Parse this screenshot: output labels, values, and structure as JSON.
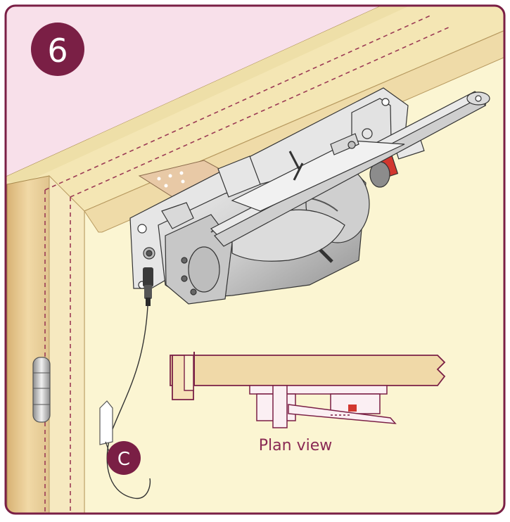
{
  "step": {
    "number": "6"
  },
  "callout": {
    "letter": "C"
  },
  "plan_view": {
    "label": "Plan view"
  },
  "colors": {
    "frame_border": "#7a1f45",
    "badge": "#7a1f45",
    "wall": "#f8e0ea",
    "door_face": "#fbf5d2",
    "door_edge": "#efdba8",
    "jamb": "#e6c68d",
    "metal": "#d4d4d4",
    "metal_dark": "#9a9a9a",
    "accent_red": "#d2372f",
    "dashed": "#9b3a55",
    "plan_text": "#8a2a54"
  }
}
